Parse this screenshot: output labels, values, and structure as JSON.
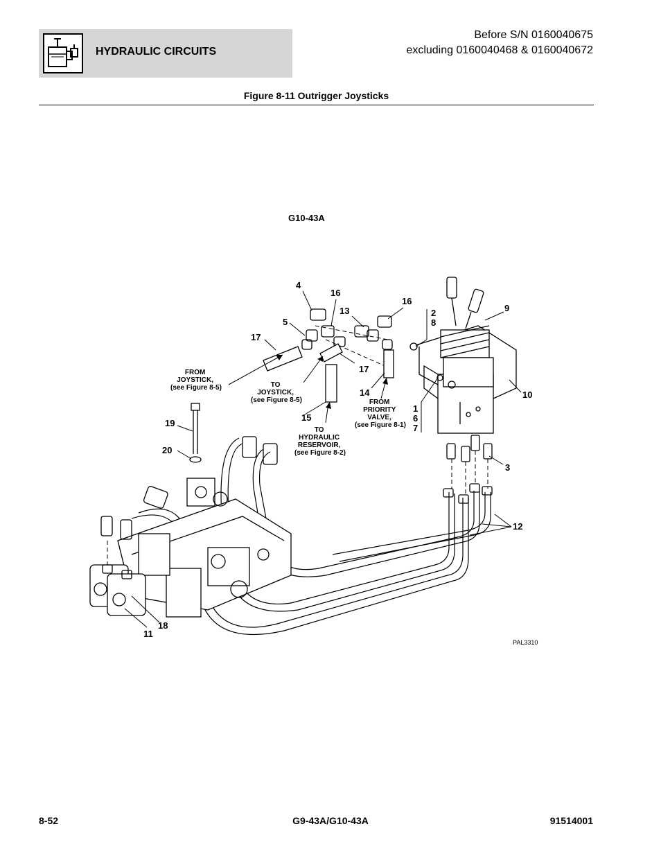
{
  "header": {
    "section_title": "HYDRAULIC CIRCUITS",
    "serial_line1": "Before S/N 0160040675",
    "serial_line2": "excluding 0160040468 & 0160040672",
    "section_icon": "hydraulic-circuit-icon"
  },
  "figure": {
    "title": "Figure 8-11 Outrigger Joysticks",
    "model": "G10-43A",
    "image_code": "PAL3310",
    "callouts": {
      "c4": "4",
      "c16a": "16",
      "c13": "13",
      "c16b": "16",
      "c2": "2",
      "c8": "8",
      "c9": "9",
      "c5": "5",
      "c17a": "17",
      "c17b": "17",
      "c14": "14",
      "c10": "10",
      "c1": "1",
      "c6": "6",
      "c7": "7",
      "c15": "15",
      "c19": "19",
      "c20": "20",
      "c3": "3",
      "c12": "12",
      "c18": "18",
      "c11": "11"
    },
    "notes": {
      "from_joystick": [
        "FROM",
        "JOYSTICK,",
        "(see Figure 8-5)"
      ],
      "to_joystick": [
        "TO",
        "JOYSTICK,",
        "(see Figure 8-5)"
      ],
      "from_priority": [
        "FROM",
        "PRIORITY",
        "VALVE,",
        "(see Figure 8-1)"
      ],
      "to_reservoir": [
        "TO",
        "HYDRAULIC",
        "RESERVOIR,",
        "(see Figure 8-2)"
      ]
    }
  },
  "footer": {
    "page_number": "8-52",
    "model": "G9-43A/G10-43A",
    "doc_number": "91514001"
  }
}
